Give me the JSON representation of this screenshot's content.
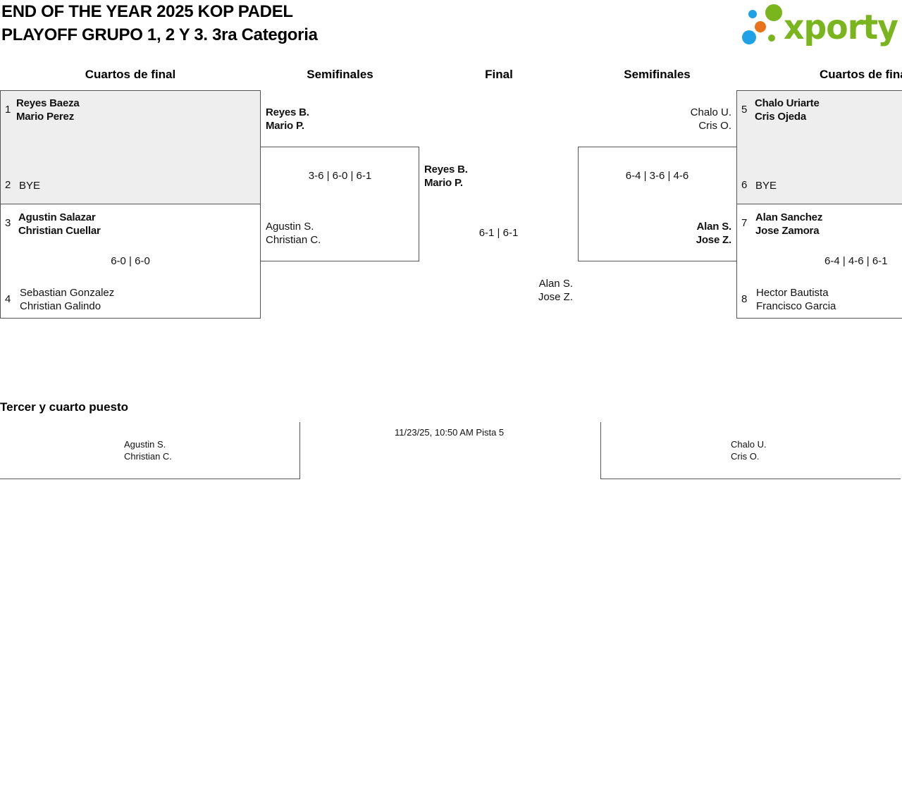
{
  "title": {
    "line1": "END OF THE YEAR 2025 KOP PADEL",
    "line2": "PLAYOFF GRUPO 1, 2 Y 3. 3ra Categoria"
  },
  "logo": {
    "text": "xporty",
    "colors": {
      "green": "#7ab51d",
      "blue": "#1ea1e6",
      "orange": "#e8731a"
    }
  },
  "rounds": {
    "left_quarter": "Cuartos de final",
    "left_semi": "Semifinales",
    "final": "Final",
    "right_semi": "Semifinales",
    "right_quarter": "Cuartos de final"
  },
  "left_quarters": {
    "match1": {
      "top": {
        "seed": "1",
        "p1": "Reyes Baeza",
        "p2": "Mario Perez"
      },
      "bottom": {
        "seed": "2",
        "p1": "BYE"
      }
    },
    "match2": {
      "top": {
        "seed": "3",
        "p1": "Agustin Salazar",
        "p2": "Christian Cuellar"
      },
      "score": "6-0 | 6-0",
      "bottom": {
        "seed": "4",
        "p1": "Sebastian Gonzalez",
        "p2": "Christian Galindo"
      }
    }
  },
  "left_semi": {
    "top": {
      "p1": "Reyes B.",
      "p2": "Mario P."
    },
    "score": "3-6 | 6-0 | 6-1",
    "bottom": {
      "p1": "Agustin S.",
      "p2": "Christian C."
    }
  },
  "final": {
    "top": {
      "p1": "Reyes B.",
      "p2": "Mario P."
    },
    "score": "6-1 | 6-1",
    "bottom": {
      "p1": "Alan S.",
      "p2": "Jose Z."
    }
  },
  "right_semi": {
    "top": {
      "p1": "Chalo U.",
      "p2": "Cris O."
    },
    "score": "6-4 | 3-6 | 4-6",
    "bottom": {
      "p1": "Alan S.",
      "p2": "Jose Z."
    }
  },
  "right_quarters": {
    "match1": {
      "top": {
        "seed": "5",
        "p1": "Chalo Uriarte",
        "p2": "Cris Ojeda"
      },
      "bottom": {
        "seed": "6",
        "p1": "BYE"
      }
    },
    "match2": {
      "top": {
        "seed": "7",
        "p1": "Alan Sanchez",
        "p2": "Jose Zamora"
      },
      "score": "6-4 | 4-6 | 6-1",
      "bottom": {
        "seed": "8",
        "p1": "Hector Bautista",
        "p2": "Francisco Garcia"
      }
    }
  },
  "third_place": {
    "title": "Tercer y cuarto puesto",
    "left": {
      "p1": "Agustin S.",
      "p2": "Christian C."
    },
    "schedule": "11/23/25, 10:50 AM Pista 5",
    "right": {
      "p1": "Chalo U.",
      "p2": "Cris O."
    }
  }
}
